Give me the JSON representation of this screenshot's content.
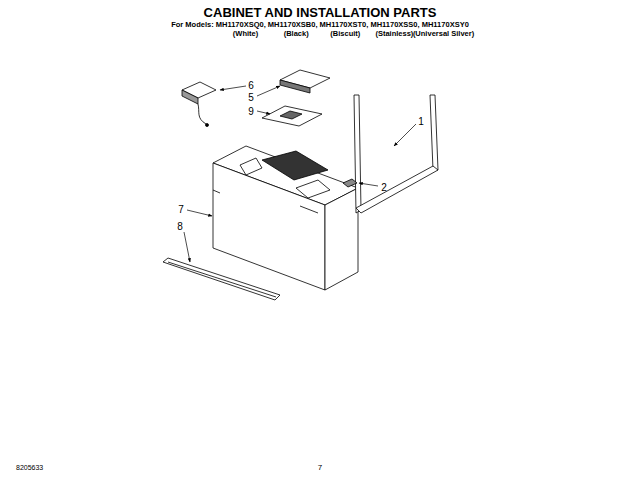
{
  "diagram": {
    "title": "CABINET AND INSTALLATION PARTS",
    "labels": [
      "For Models: MH1170XSQ0, MH1170XSB0, MH1170XST0, MH1170XSS0, MH1170XSY0",
      "(White)",
      "(Black)",
      "(Biscuit)",
      "(Stainless)",
      "(Universal Silver)",
      "6",
      "5",
      "9",
      "1",
      "2",
      "7",
      "8",
      "8205633",
      "7"
    ]
  }
}
